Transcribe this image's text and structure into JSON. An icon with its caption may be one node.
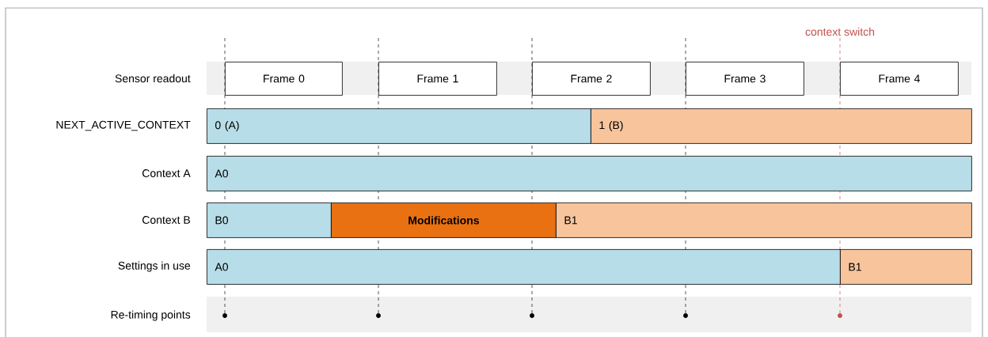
{
  "diagram": {
    "nodes": [
      {
        "text": [
          "Frame 0"
        ]
      },
      {
        "text": [
          "Frame 1"
        ]
      },
      {
        "text": [
          "Frame 2"
        ]
      },
      {
        "text": [
          "Frame 3"
        ]
      },
      {
        "text": [
          "Frame 4"
        ]
      },
      {
        "text": [
          "0 (A)"
        ]
      },
      {
        "text": [
          "1 (B)"
        ]
      },
      {
        "text": [
          "A0"
        ]
      },
      {
        "text": [
          "B0"
        ]
      },
      {
        "text": [
          "Modifications"
        ]
      },
      {
        "text": [
          "B1"
        ]
      },
      {
        "text": [
          "A0"
        ]
      },
      {
        "text": [
          "B1"
        ]
      }
    ],
    "labels": [
      "context switch",
      "Sensor readout",
      "NEXT_ACTIVE_CONTEXT",
      "Context A",
      "Context B",
      "Settings in use",
      "Re-timing points"
    ]
  }
}
